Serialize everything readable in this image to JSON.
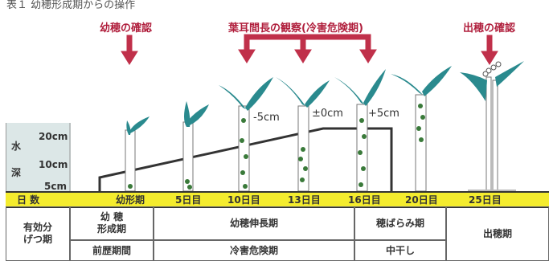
{
  "caption": "表１ 幼穂形成期からの操作",
  "top_labels": {
    "young_panicle": "幼穂の確認",
    "leaf_ear": "葉耳間長の観察(冷害危険期)",
    "heading": "出穂の確認"
  },
  "annotations": {
    "minus5": "-5cm",
    "zero": "±0cm",
    "plus5": "+5cm"
  },
  "water_depth": {
    "label_top": "水",
    "label_bottom": "深",
    "ticks": [
      "20cm",
      "10cm",
      "5cm"
    ]
  },
  "day_bar": {
    "header": "日 数",
    "days": [
      "幼形期",
      "5日目",
      "10日目",
      "13日目",
      "16日目",
      "20日目",
      "25日目"
    ]
  },
  "table": {
    "row_header": "有効分\nげつ期",
    "row1": {
      "young_panicle_form": "幼 穂\n形成期",
      "young_panicle_growth": "幼穂伸長期",
      "panicle_swelling": "穂ばらみ期",
      "heading": "出穂期"
    },
    "row2": {
      "previous": "前歴期間",
      "cold_danger": "冷害危険期",
      "mid_drain": "中干し"
    }
  },
  "colors": {
    "arrow": "#c0304a",
    "day_bar": "#f4ec2e",
    "water_panel": "#dce7e7",
    "leaf": "#2a8a8e",
    "water_line": "#333333"
  }
}
